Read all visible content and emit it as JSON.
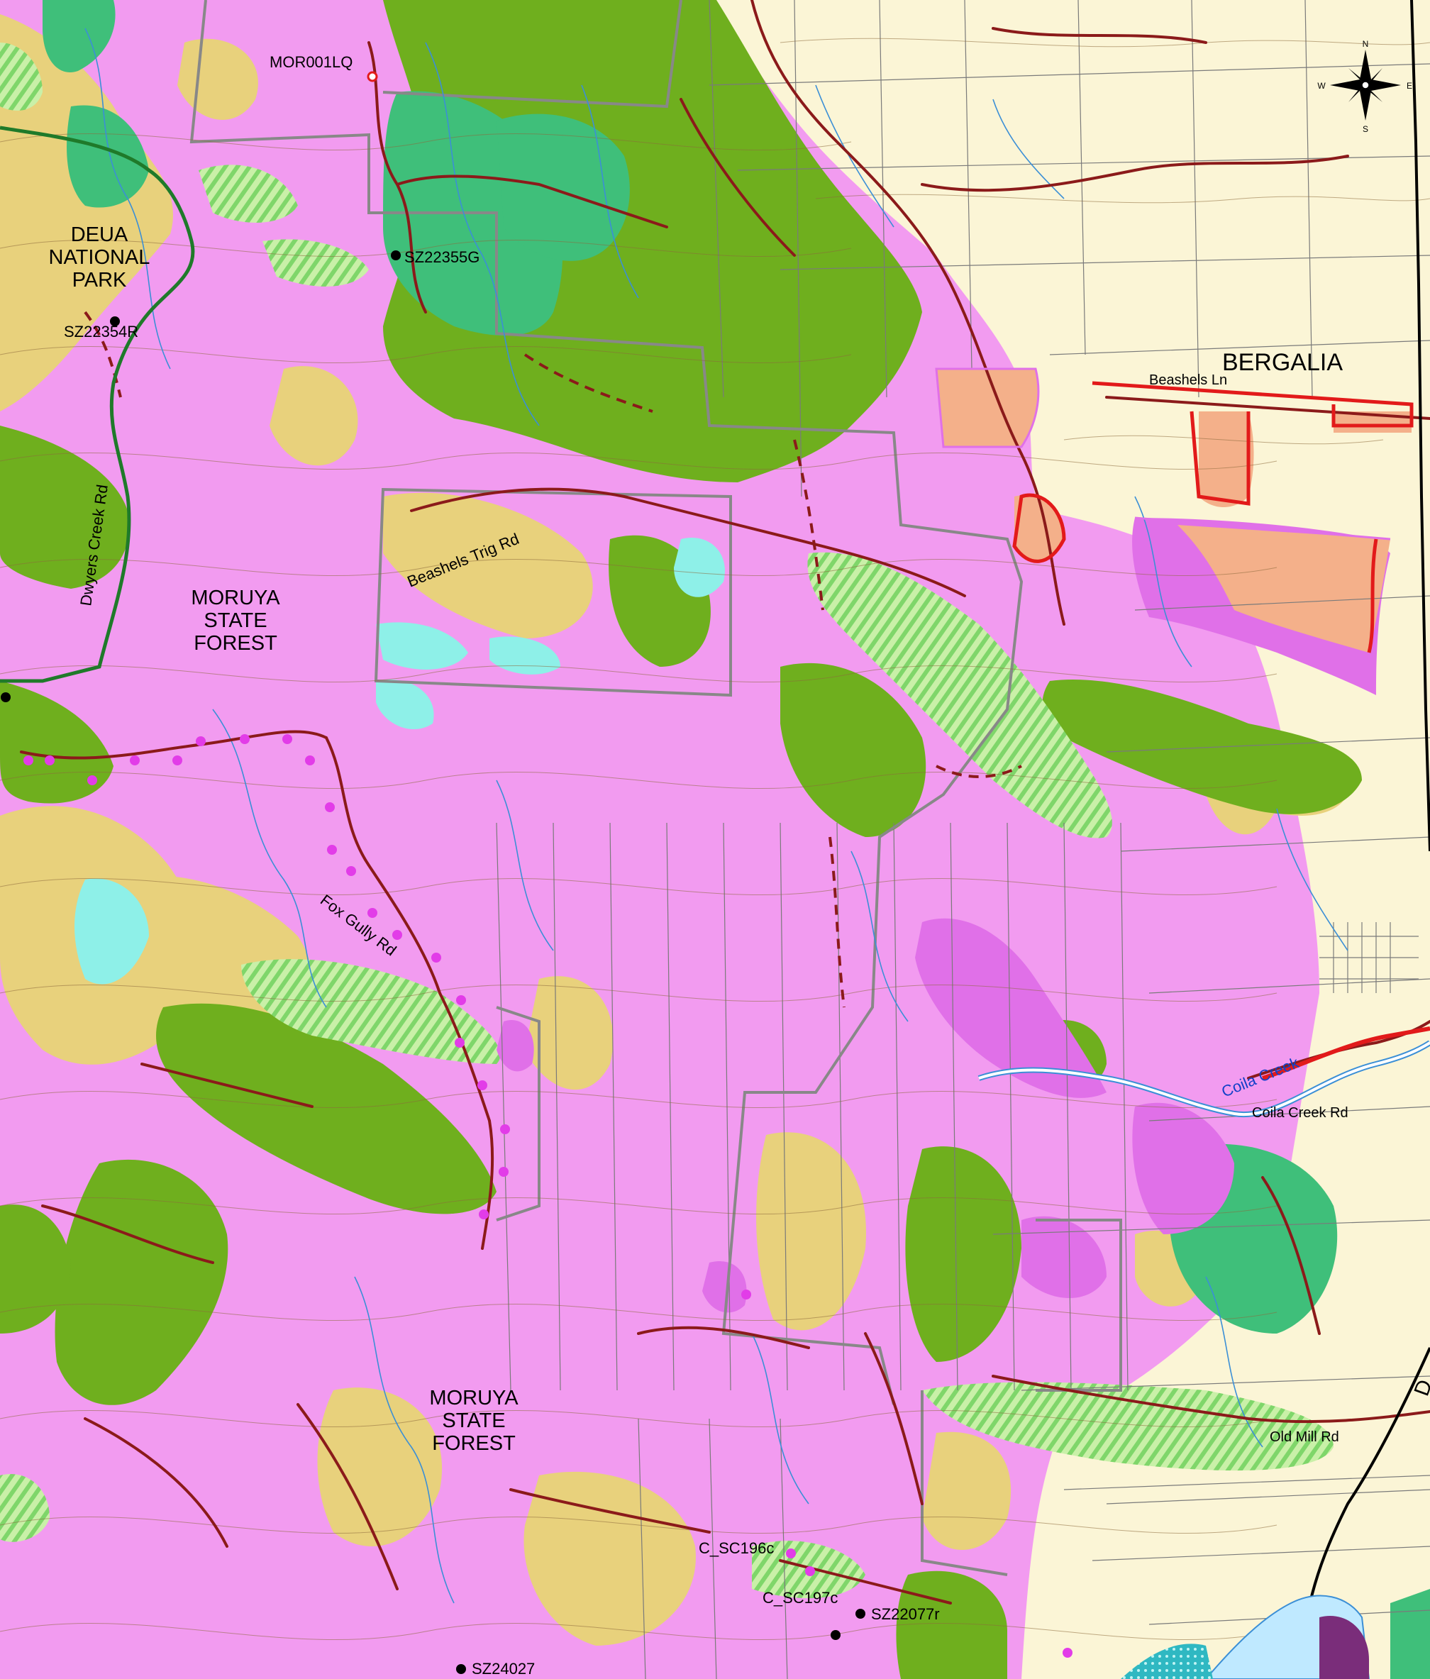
{
  "map": {
    "colors": {
      "background": "#fbf5d6",
      "pink": "#f29bf0",
      "magenta": "#e070e8",
      "olive_green": "#6faf1e",
      "emerald": "#3fbf7a",
      "tan": "#e8d17c",
      "cyan": "#8ef0e8",
      "salmon": "#f4b08a",
      "light_green_hatch": "#a9e48a",
      "road": "#8b1a1a",
      "stream": "#3b8fd6",
      "park_boundary": "#1f7a2a",
      "highlight_boundary": "#e21a1a"
    },
    "labels": {
      "deua": "DEUA",
      "national": "NATIONAL",
      "park": "PARK",
      "moruya1a": "MORUYA",
      "moruya1b": "STATE",
      "moruya1c": "FOREST",
      "moruya2a": "MORUYA",
      "moruya2b": "STATE",
      "moruya2c": "FOREST",
      "bergalia": "BERGALIA"
    },
    "roads": {
      "dwyers_creek": "Dwyers Creek Rd",
      "beashels_trig": "Beashels Trig Rd",
      "fox_gully": "Fox Gully Rd",
      "beashels_ln": "Beashels Ln",
      "coila_creek_rd": "Coila Creek Rd",
      "old_mill": "Old Mill Rd"
    },
    "water": {
      "coila_creek": "Coila Creek"
    },
    "points": {
      "mor001lq": "MOR001LQ",
      "sz22355g": "SZ22355G",
      "sz22354r": "SZ22354R",
      "c_sc196c": "C_SC196c",
      "c_sc197c": "C_SC197c",
      "sz22077r": "SZ22077r",
      "sz24027": "SZ24027"
    },
    "compass": {
      "n": "N",
      "s": "S",
      "e": "E",
      "w": "W",
      "icon": "compass-rose-icon"
    },
    "edge_letters": {
      "right_edge": "D"
    }
  }
}
